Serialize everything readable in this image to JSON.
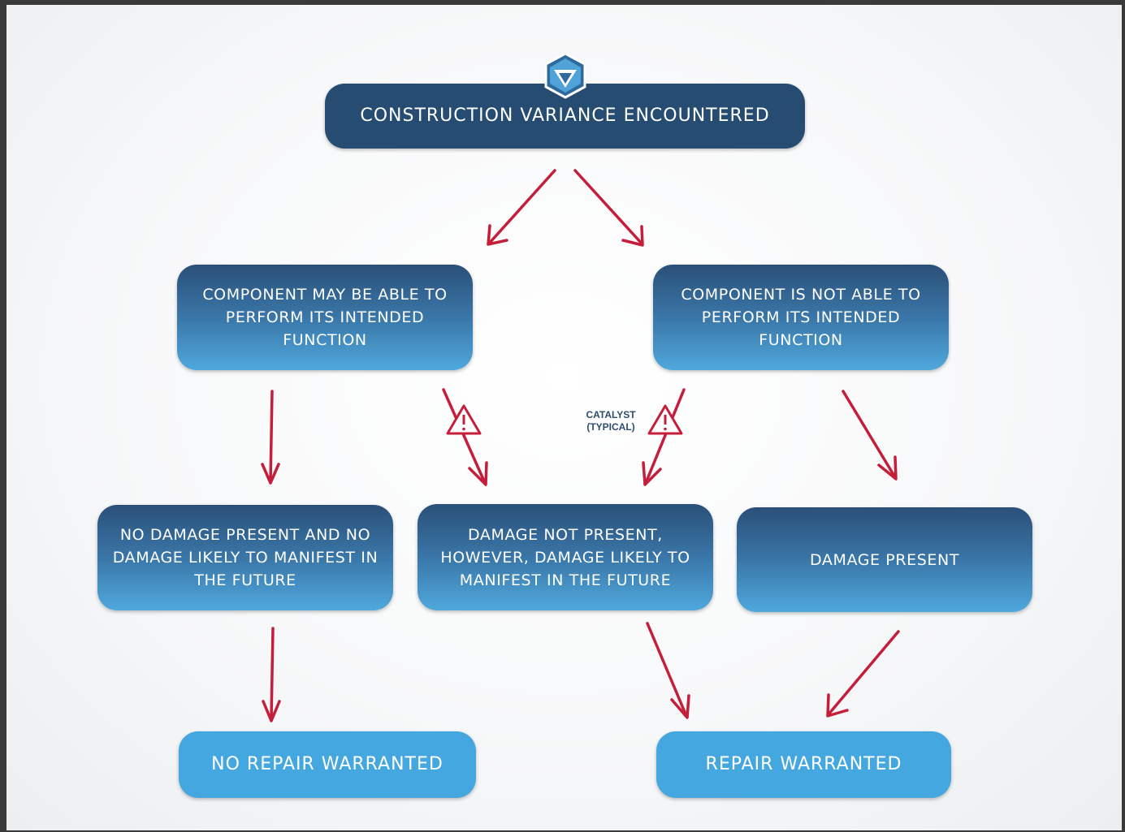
{
  "diagram": {
    "logo_icon": "hexagon-triangle-logo",
    "warning_icon": "warning-triangle-icon",
    "colors": {
      "dark_box": "#274c72",
      "gradient_top": "#2a5078",
      "gradient_bottom": "#4fa8dc",
      "light_box": "#45a7df",
      "arrow": "#c41e3a"
    },
    "nodes": {
      "root": "CONSTRUCTION VARIANCE ENCOUNTERED",
      "may_perform": "COMPONENT MAY BE ABLE TO PERFORM ITS INTENDED FUNCTION",
      "not_perform": "COMPONENT IS NOT ABLE TO PERFORM ITS INTENDED FUNCTION",
      "no_damage": "NO DAMAGE PRESENT AND NO DAMAGE LIKELY TO MANIFEST IN THE FUTURE",
      "damage_likely": "DAMAGE NOT PRESENT, HOWEVER, DAMAGE LIKELY TO MANIFEST IN THE FUTURE",
      "damage_present": "DAMAGE PRESENT",
      "no_repair": "NO REPAIR WARRANTED",
      "repair": "REPAIR WARRANTED"
    },
    "catalyst_label": "CATALYST\n(TYPICAL)"
  }
}
